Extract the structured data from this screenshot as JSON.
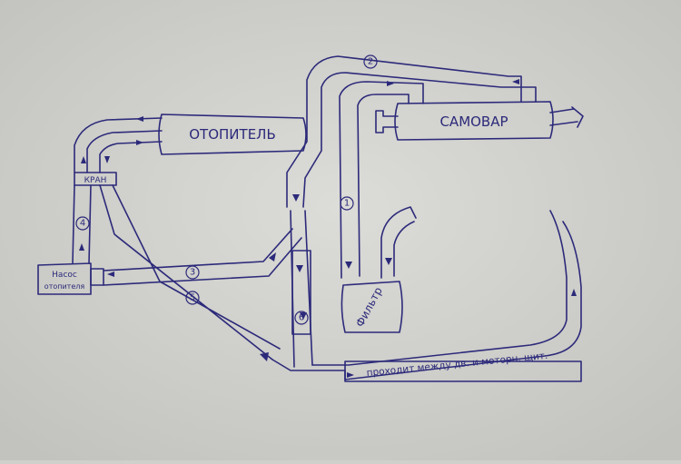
{
  "labels": {
    "heater": "ОТОПИТЕЛЬ",
    "samovar": "САМОВАР",
    "valve": "КРАН",
    "pump_line1": "Насос",
    "pump_line2": "отопителя",
    "filter": "Фильтр",
    "note": "проходит между дв. и моторн. щит."
  },
  "hoses": [
    "1",
    "2",
    "3",
    "4",
    "5",
    "6"
  ],
  "colors": {
    "paper": "#cfcfcb",
    "ink": "#2c2a7a"
  }
}
